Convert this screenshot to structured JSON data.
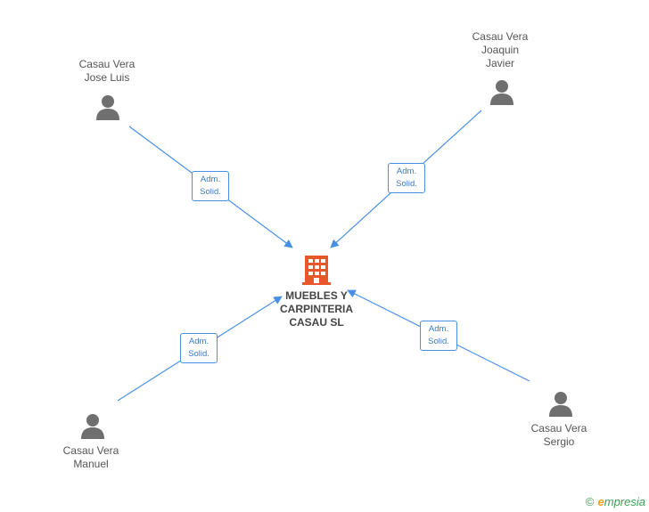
{
  "company": {
    "lines": [
      "MUEBLES Y",
      "CARPINTERIA",
      "CASAU SL"
    ],
    "icon": "building-icon",
    "color": "#e8562a"
  },
  "people": [
    {
      "id": "jose-luis",
      "lines": [
        "Casau Vera",
        "Jose Luis"
      ],
      "icon": "person-icon"
    },
    {
      "id": "joaquin-javier",
      "lines": [
        "Casau Vera",
        "Joaquin",
        "Javier"
      ],
      "icon": "person-icon"
    },
    {
      "id": "manuel",
      "lines": [
        "Casau Vera",
        "Manuel"
      ],
      "icon": "person-icon"
    },
    {
      "id": "sergio",
      "lines": [
        "Casau Vera",
        "Sergio"
      ],
      "icon": "person-icon"
    }
  ],
  "edges": [
    {
      "from": "jose-luis",
      "label": [
        "Adm.",
        "Solid."
      ]
    },
    {
      "from": "joaquin-javier",
      "label": [
        "Adm.",
        "Solid."
      ]
    },
    {
      "from": "manuel",
      "label": [
        "Adm.",
        "Solid."
      ]
    },
    {
      "from": "sergio",
      "label": [
        "Adm.",
        "Solid."
      ]
    }
  ],
  "colors": {
    "edge": "#4a90e2",
    "person": "#6f6f6f"
  },
  "footer": {
    "copyright": "©",
    "brand_initial": "e",
    "brand_rest": "mpresia"
  }
}
